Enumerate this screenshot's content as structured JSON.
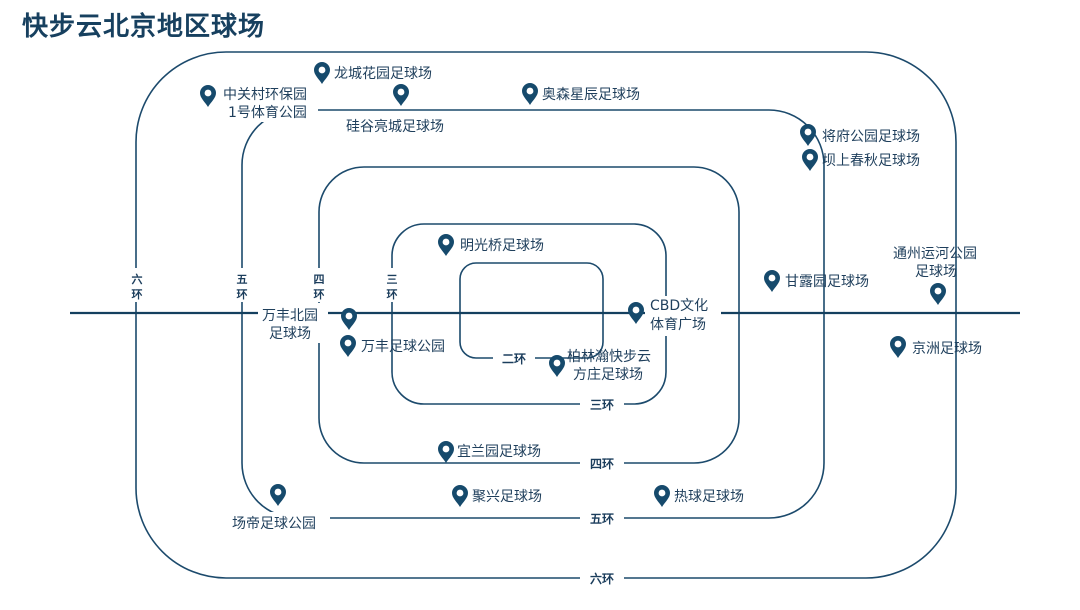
{
  "title": "快步云北京地区球场",
  "colors": {
    "title": "#17405f",
    "ring": "#1c4a6c",
    "pin": "#164a6c",
    "axis": "#14405f"
  },
  "rings": {
    "er_huan": "二环",
    "san_huan": "三环",
    "si_huan": "四环",
    "wu_huan": "五环",
    "liu_huan": "六环",
    "san_v": [
      "三",
      "环"
    ],
    "si_v": [
      "四",
      "环"
    ],
    "wu_v": [
      "五",
      "环"
    ],
    "liu_v": [
      "六",
      "环"
    ]
  },
  "venues": [
    {
      "lines": [
        "龙城花园足球场"
      ],
      "icon": "location-pin-icon"
    },
    {
      "lines": [
        "中关村环保园",
        "1号体育公园"
      ],
      "icon": "location-pin-icon"
    },
    {
      "lines": [
        "硅谷亮城足球场"
      ],
      "icon": "location-pin-icon"
    },
    {
      "lines": [
        "奥森星辰足球场"
      ],
      "icon": "location-pin-icon"
    },
    {
      "lines": [
        "将府公园足球场"
      ],
      "icon": "location-pin-icon"
    },
    {
      "lines": [
        "坝上春秋足球场"
      ],
      "icon": "location-pin-icon"
    },
    {
      "lines": [
        "明光桥足球场"
      ],
      "icon": "location-pin-icon"
    },
    {
      "lines": [
        "通州运河公园",
        "足球场"
      ],
      "icon": "location-pin-icon"
    },
    {
      "lines": [
        "甘露园足球场"
      ],
      "icon": "location-pin-icon"
    },
    {
      "lines": [
        "万丰北园",
        "足球场"
      ],
      "icon": "location-pin-icon"
    },
    {
      "lines": [
        "CBD文化",
        "体育广场"
      ],
      "icon": "location-pin-icon"
    },
    {
      "lines": [
        "万丰足球公园"
      ],
      "icon": "location-pin-icon"
    },
    {
      "lines": [
        "柏林瀚快步云",
        "方庄足球场"
      ],
      "icon": "location-pin-icon"
    },
    {
      "lines": [
        "京洲足球场"
      ],
      "icon": "location-pin-icon"
    },
    {
      "lines": [
        "宜兰园足球场"
      ],
      "icon": "location-pin-icon"
    },
    {
      "lines": [
        "场帝足球公园"
      ],
      "icon": "location-pin-icon"
    },
    {
      "lines": [
        "聚兴足球场"
      ],
      "icon": "location-pin-icon"
    },
    {
      "lines": [
        "热球足球场"
      ],
      "icon": "location-pin-icon"
    }
  ]
}
